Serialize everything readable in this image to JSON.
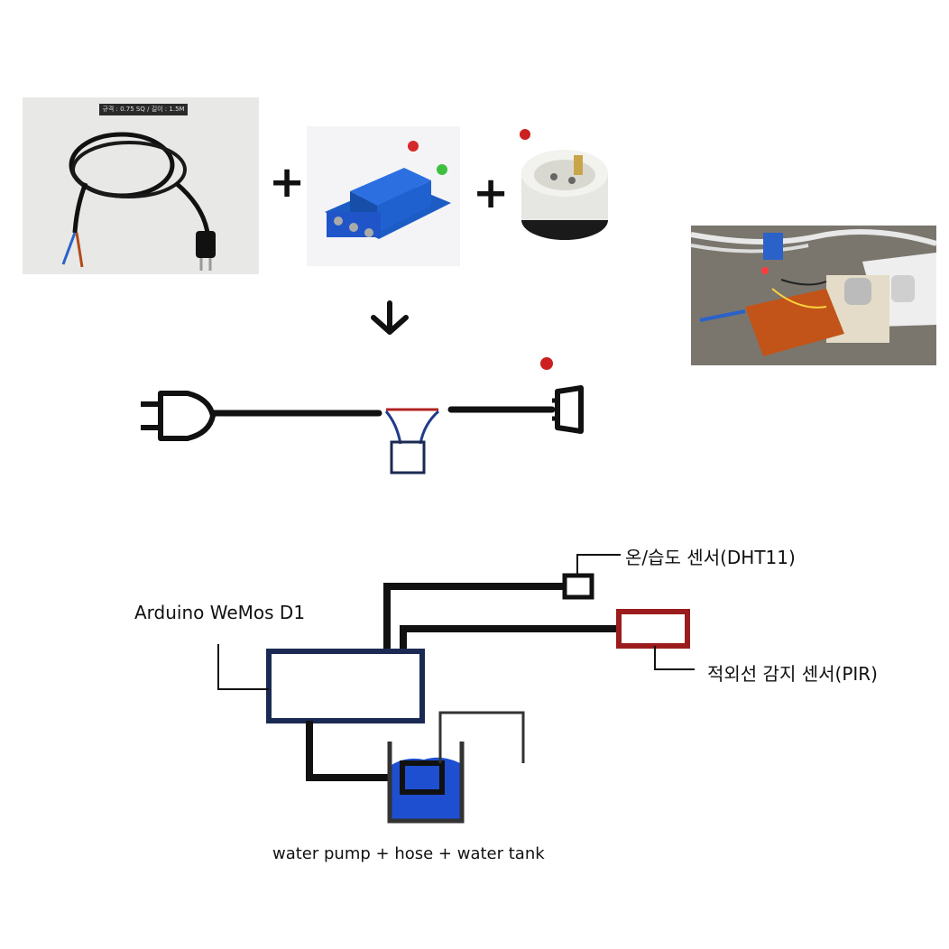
{
  "cable_photo": {
    "spec_label": "규격 : 0.75 SQ / 길이 : 1.5M"
  },
  "operators": {
    "plus_1": "+",
    "plus_2": "+"
  },
  "labels": {
    "arduino": "Arduino WeMos D1",
    "dht11": "온/습도 센서(DHT11)",
    "pir": "적외선 감지 센서(PIR)",
    "pump": "water pump + hose + water tank"
  },
  "colors": {
    "wire": "#111111",
    "arduino_box": "#1b2a52",
    "pir_box": "#9a1c1c",
    "relay_box": "#1b2a52",
    "relay_wire_red": "#b22222",
    "relay_wire_blue": "#1f3b8a",
    "water": "#1e4fd0",
    "led_dot": "#cc1f1f"
  }
}
